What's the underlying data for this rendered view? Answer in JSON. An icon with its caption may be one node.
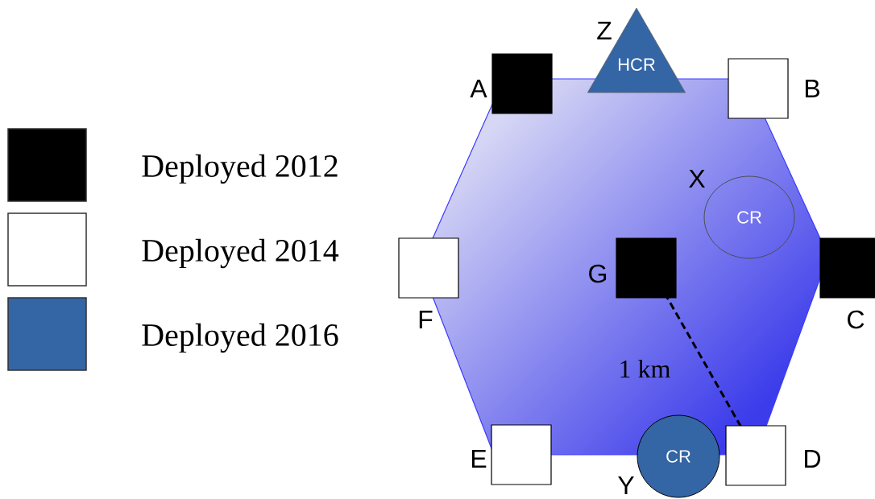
{
  "diagram": {
    "nodes": [
      {
        "text": [
          "HCR"
        ],
        "beside": [
          "Z"
        ]
      },
      {
        "text": [],
        "shape": "box",
        "beside": [
          "A"
        ]
      },
      {
        "text": [],
        "shape": "box",
        "beside": [
          "B"
        ]
      },
      {
        "text": [
          "CR"
        ],
        "beside": [
          "X"
        ]
      },
      {
        "text": [],
        "shape": "box",
        "beside": [
          "F"
        ]
      },
      {
        "text": [],
        "shape": "box",
        "beside": [
          "G"
        ]
      },
      {
        "text": [],
        "shape": "box",
        "beside": [
          "C"
        ]
      },
      {
        "text": [],
        "shape": "box",
        "beside": [
          "E"
        ]
      },
      {
        "text": [
          "CR"
        ],
        "beside": [
          "Y"
        ]
      },
      {
        "text": [],
        "shape": "box",
        "beside": [
          "D"
        ]
      }
    ],
    "labels": [
      "1 km"
    ],
    "legend": [
      {
        "text": "Deployed 2012",
        "color": "#000000"
      },
      {
        "text": "Deployed 2014"
      },
      {
        "text": "Deployed 2016",
        "color": "#3465a4"
      }
    ]
  }
}
